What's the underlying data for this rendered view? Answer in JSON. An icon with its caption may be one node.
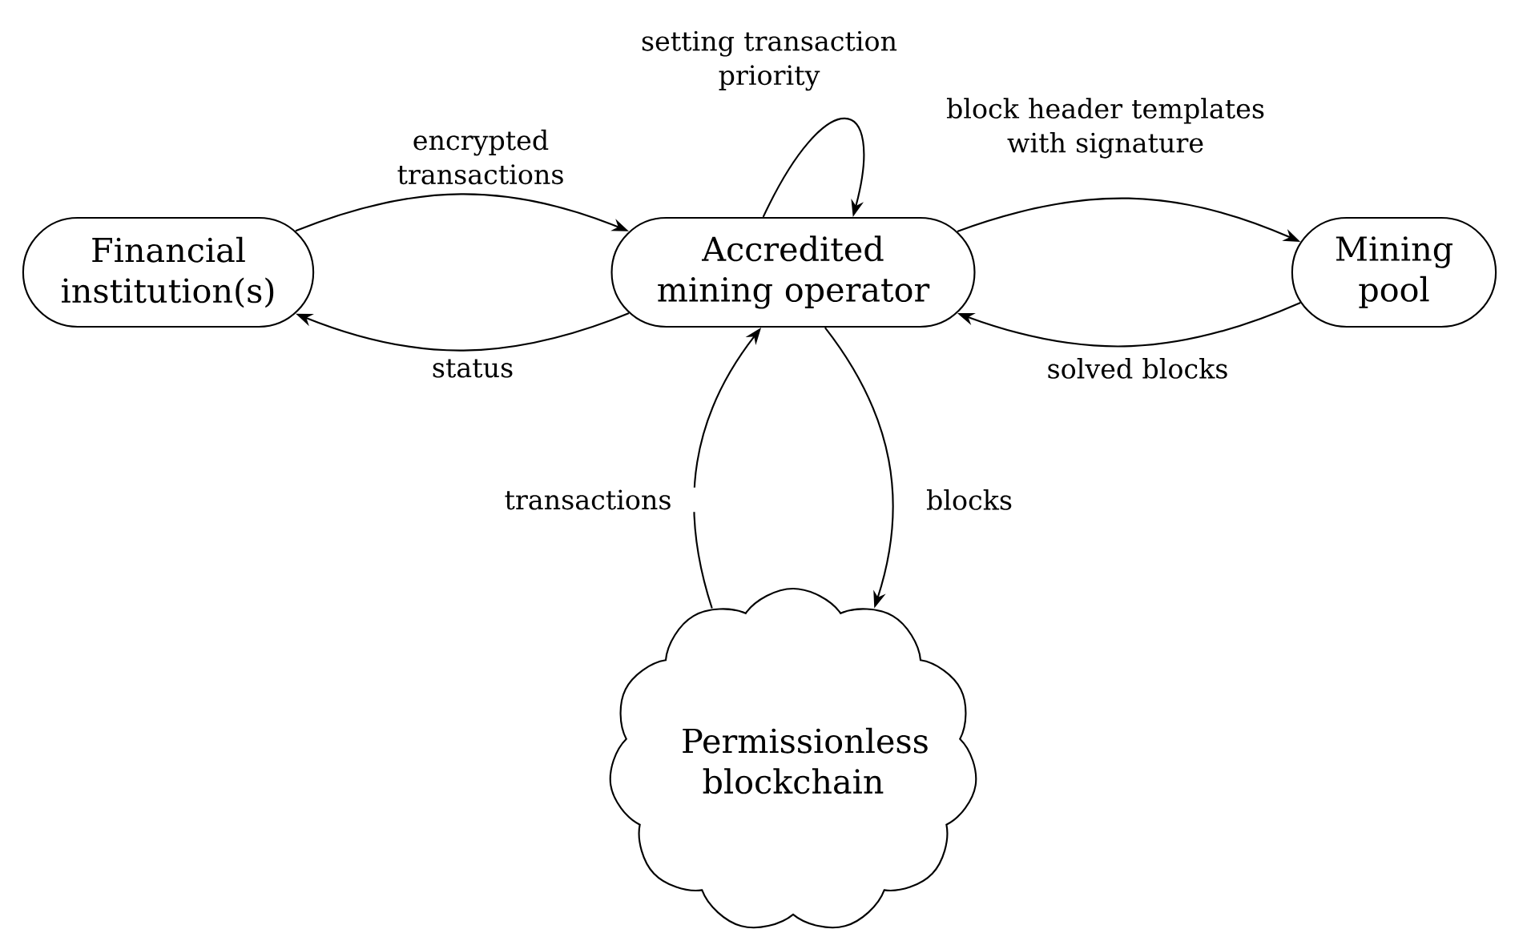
{
  "diagram": {
    "nodes": [
      {
        "text": [
          "Financial institution(s)"
        ]
      },
      {
        "text": [
          "Accredited mining operator"
        ]
      },
      {
        "text": [
          "Mining pool"
        ]
      },
      {
        "text": [
          "Permissionless blockchain"
        ]
      }
    ],
    "edges": [
      {
        "from": 0,
        "to": 1,
        "arrow": "to",
        "label": "encrypted transactions"
      },
      {
        "from": 1,
        "to": 0,
        "arrow": "to",
        "label": "status"
      },
      {
        "from": 1,
        "to": 1,
        "arrow": "to",
        "label": "setting transaction priority"
      },
      {
        "from": 1,
        "to": 2,
        "arrow": "to",
        "label": "block header templates with signature"
      },
      {
        "from": 2,
        "to": 1,
        "arrow": "to",
        "label": "solved blocks"
      },
      {
        "from": 1,
        "to": 3,
        "arrow": "to",
        "label": "blocks"
      },
      {
        "from": 3,
        "to": 1,
        "arrow": "to",
        "label": "transactions"
      }
    ]
  }
}
